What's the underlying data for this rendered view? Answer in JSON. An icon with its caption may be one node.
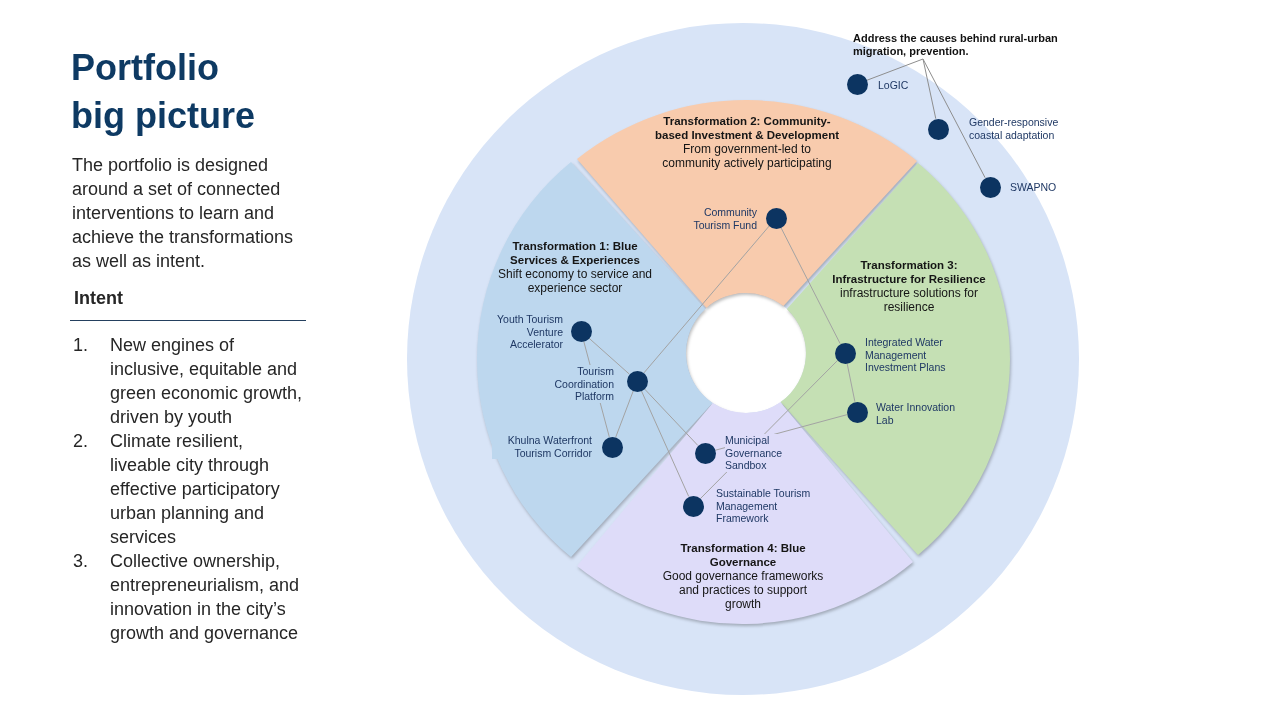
{
  "diagram": {
    "title": "Portfolio big picture",
    "nodes": [
      {
        "text": [
          "Address the causes behind rural-urban migration, prevention."
        ]
      },
      {
        "text": [],
        "shape": "circle",
        "beside": [
          "LoGIC"
        ]
      },
      {
        "text": [],
        "shape": "circle",
        "beside": [
          "Gender-responsive coastal adaptation"
        ]
      },
      {
        "text": [],
        "shape": "circle",
        "beside": [
          "SWAPNO"
        ]
      },
      {
        "text": [
          "Transformation 2: Community-based Investment & Development",
          "From government-led to community actively participating"
        ]
      },
      {
        "text": [],
        "shape": "circle",
        "beside": [
          "Community Tourism Fund"
        ],
        "in": 4
      },
      {
        "text": [
          "Transformation 1: Blue Services & Experiences",
          "Shift economy to service and experience sector"
        ]
      },
      {
        "text": [],
        "shape": "circle",
        "beside": [
          "Youth Tourism Venture Accelerator"
        ],
        "in": 6
      },
      {
        "text": [],
        "shape": "circle",
        "beside": [
          "Tourism Coordination Platform"
        ],
        "in": 6
      },
      {
        "text": [],
        "shape": "circle",
        "beside": [
          "Khulna Waterfront Tourism Corridor"
        ],
        "in": 6
      },
      {
        "text": [
          "Transformation 3: Infrastructure for Resilience",
          "infrastructure solutions for resilience"
        ]
      },
      {
        "text": [],
        "shape": "circle",
        "beside": [
          "Integrated Water Management Investment Plans"
        ],
        "in": 10
      },
      {
        "text": [],
        "shape": "circle",
        "beside": [
          "Water Innovation Lab"
        ],
        "in": 10
      },
      {
        "text": [
          "Transformation 4: Blue Governance",
          "Good governance frameworks and practices to support growth"
        ]
      },
      {
        "text": [],
        "shape": "circle",
        "beside": [
          "Municipal Governance Sandbox"
        ],
        "in": 13
      },
      {
        "text": [],
        "shape": "circle",
        "beside": [
          "Sustainable Tourism Management Framework"
        ],
        "in": 13
      }
    ],
    "edges": [
      {
        "from": 0,
        "to": 1,
        "arrow": "none"
      },
      {
        "from": 0,
        "to": 2,
        "arrow": "none"
      },
      {
        "from": 0,
        "to": 3,
        "arrow": "none"
      },
      {
        "from": 5,
        "to": 8,
        "arrow": "none"
      },
      {
        "from": 5,
        "to": 11,
        "arrow": "none"
      },
      {
        "from": 7,
        "to": 8,
        "arrow": "none"
      },
      {
        "from": 7,
        "to": 9,
        "arrow": "none"
      },
      {
        "from": 8,
        "to": 9,
        "arrow": "none"
      },
      {
        "from": 8,
        "to": 14,
        "arrow": "none"
      },
      {
        "from": 8,
        "to": 15,
        "arrow": "none"
      },
      {
        "from": 11,
        "to": 12,
        "arrow": "none"
      },
      {
        "from": 11,
        "to": 15,
        "arrow": "none"
      },
      {
        "from": 12,
        "to": 14,
        "arrow": "none"
      }
    ],
    "labels": [
      "The portfolio is designed around a set of connected interventions to learn and achieve the transformations as well as intent.",
      "Intent",
      "1.",
      "New engines of inclusive, equitable and green economic growth, driven by youth",
      "2.",
      "Climate resilient, liveable city through effective participatory urban planning and services",
      "3.",
      "Collective ownership, entrepreneurialism, and innovation in the city’s growth and governance"
    ]
  }
}
